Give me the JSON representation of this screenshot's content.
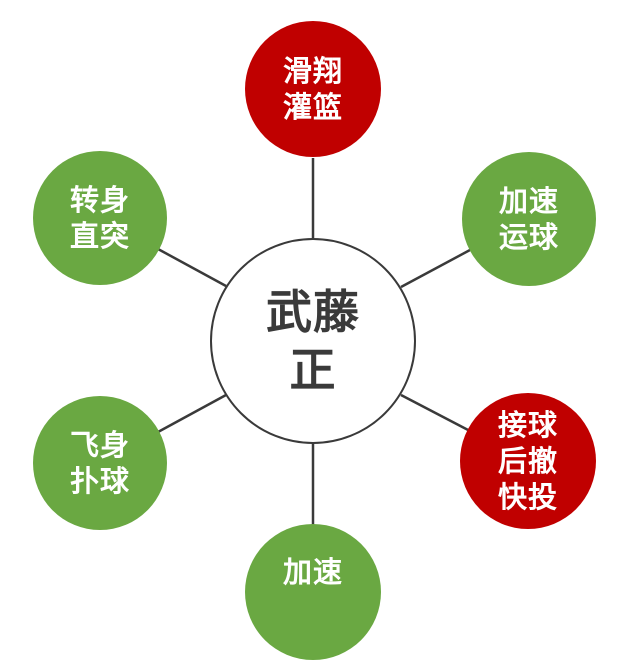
{
  "colors": {
    "red": "#c00000",
    "green": "#6aa842",
    "line": "#3a3a3a",
    "center_border": "#3a3a3a",
    "center_text": "#3a3a3a"
  },
  "center": {
    "label": "武藤\n正"
  },
  "nodes": [
    {
      "id": "top",
      "label": "滑翔\n灌篮",
      "color": "red"
    },
    {
      "id": "upper-right",
      "label": "加速\n运球",
      "color": "green"
    },
    {
      "id": "lower-right",
      "label": "接球\n后撤\n快投",
      "color": "red"
    },
    {
      "id": "bottom",
      "label": "加速",
      "color": "green"
    },
    {
      "id": "lower-left",
      "label": "飞身\n扑球",
      "color": "green"
    },
    {
      "id": "upper-left",
      "label": "转身\n直突",
      "color": "green"
    }
  ]
}
